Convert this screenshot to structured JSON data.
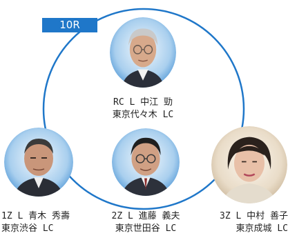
{
  "badge": {
    "label": "10R"
  },
  "members": {
    "rc": {
      "line1": "RC L 中江 勁",
      "line2": "東京代々木 LC"
    },
    "z1": {
      "line1": "1Z L 青木 秀壽",
      "line2": "東京渋谷 LC"
    },
    "z2": {
      "line1": "2Z L 進藤 義夫",
      "line2": "東京世田谷 LC"
    },
    "z3": {
      "line1": "3Z L 中村 善子",
      "line2": "東京成城 LC"
    }
  },
  "colors": {
    "accent": "#1f77c9",
    "ring": "#1f77c9",
    "text": "#222222"
  }
}
